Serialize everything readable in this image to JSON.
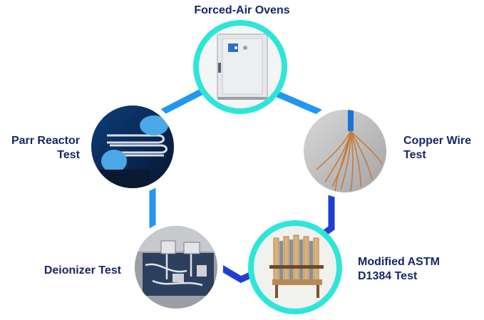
{
  "nodes": [
    {
      "id": "ovens",
      "lines": [
        "Forced-Air Ovens"
      ],
      "ring_color": "#2ee6d8"
    },
    {
      "id": "copper",
      "lines": [
        "Copper Wire",
        "Test"
      ],
      "ring_color": "#ffffff"
    },
    {
      "id": "astm",
      "lines": [
        "Modified ASTM",
        "D1384 Test"
      ],
      "ring_color": "#2ee6d8"
    },
    {
      "id": "deionizer",
      "lines": [
        "Deionizer Test"
      ],
      "ring_color": "#ffffff"
    },
    {
      "id": "parr",
      "lines": [
        "Parr Reactor",
        "Test"
      ],
      "ring_color": "#ffffff"
    }
  ],
  "colors": {
    "label_text": "#152766",
    "edge_light": "#2196f3",
    "edge_dark": "#1f3fd1",
    "accent": "#2ee6d8"
  },
  "images": {
    "ovens": "forced-air-oven-photo",
    "copper": "copper-wire-photo",
    "astm": "astm-d1384-test-photo",
    "deionizer": "deionizer-setup-photo",
    "parr": "parr-reactor-photo"
  }
}
